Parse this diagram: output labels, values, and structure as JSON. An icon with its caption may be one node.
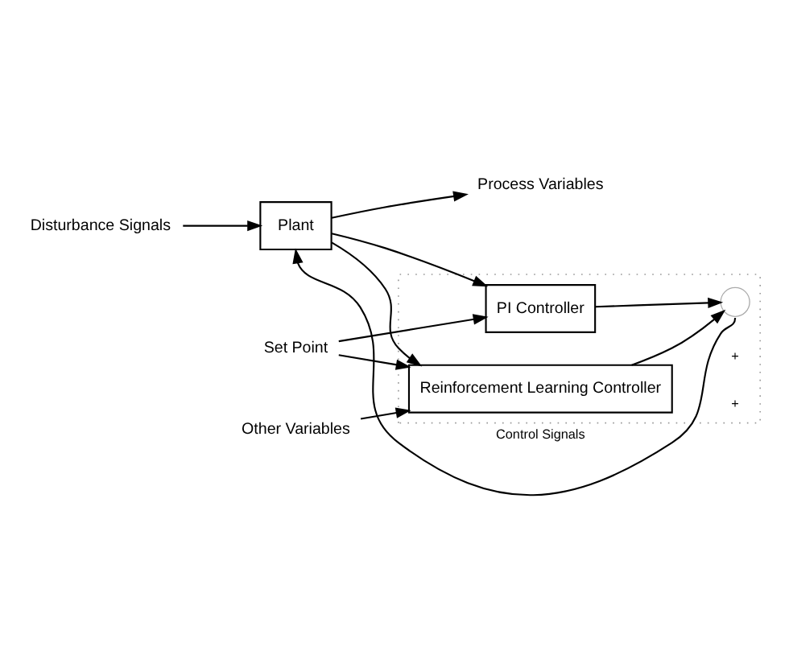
{
  "diagram": {
    "nodes": [
      {
        "text": [
          "Disturbance Signals"
        ]
      },
      {
        "text": [
          "Plant"
        ]
      },
      {
        "text": [
          "Process Variables"
        ]
      },
      {
        "text": [],
        "shape": "box"
      },
      {
        "text": [],
        "shape": "circle",
        "in": 3
      },
      {
        "text": [
          "PI Controller"
        ],
        "in": 3
      },
      {
        "text": [
          "Reinforcement Learning Controller"
        ],
        "in": 3
      },
      {
        "text": [
          "Set Point"
        ]
      },
      {
        "text": [
          "Other Variables"
        ]
      }
    ],
    "edges": [
      {
        "from": 0,
        "to": 1,
        "arrow": "to"
      },
      {
        "from": 1,
        "to": 2,
        "arrow": "to"
      },
      {
        "from": 1,
        "to": 5,
        "arrow": "to"
      },
      {
        "from": 1,
        "to": 6,
        "arrow": "to"
      },
      {
        "from": 7,
        "to": 5,
        "arrow": "to"
      },
      {
        "from": 7,
        "to": 6,
        "arrow": "to"
      },
      {
        "from": 8,
        "to": 6,
        "arrow": "to"
      },
      {
        "from": 5,
        "to": 4,
        "arrow": "to"
      },
      {
        "from": 6,
        "to": 4,
        "arrow": "to"
      },
      {
        "from": 4,
        "to": 1,
        "arrow": "to",
        "label": "Control Signals"
      }
    ],
    "labels": [
      "+",
      "+"
    ]
  }
}
